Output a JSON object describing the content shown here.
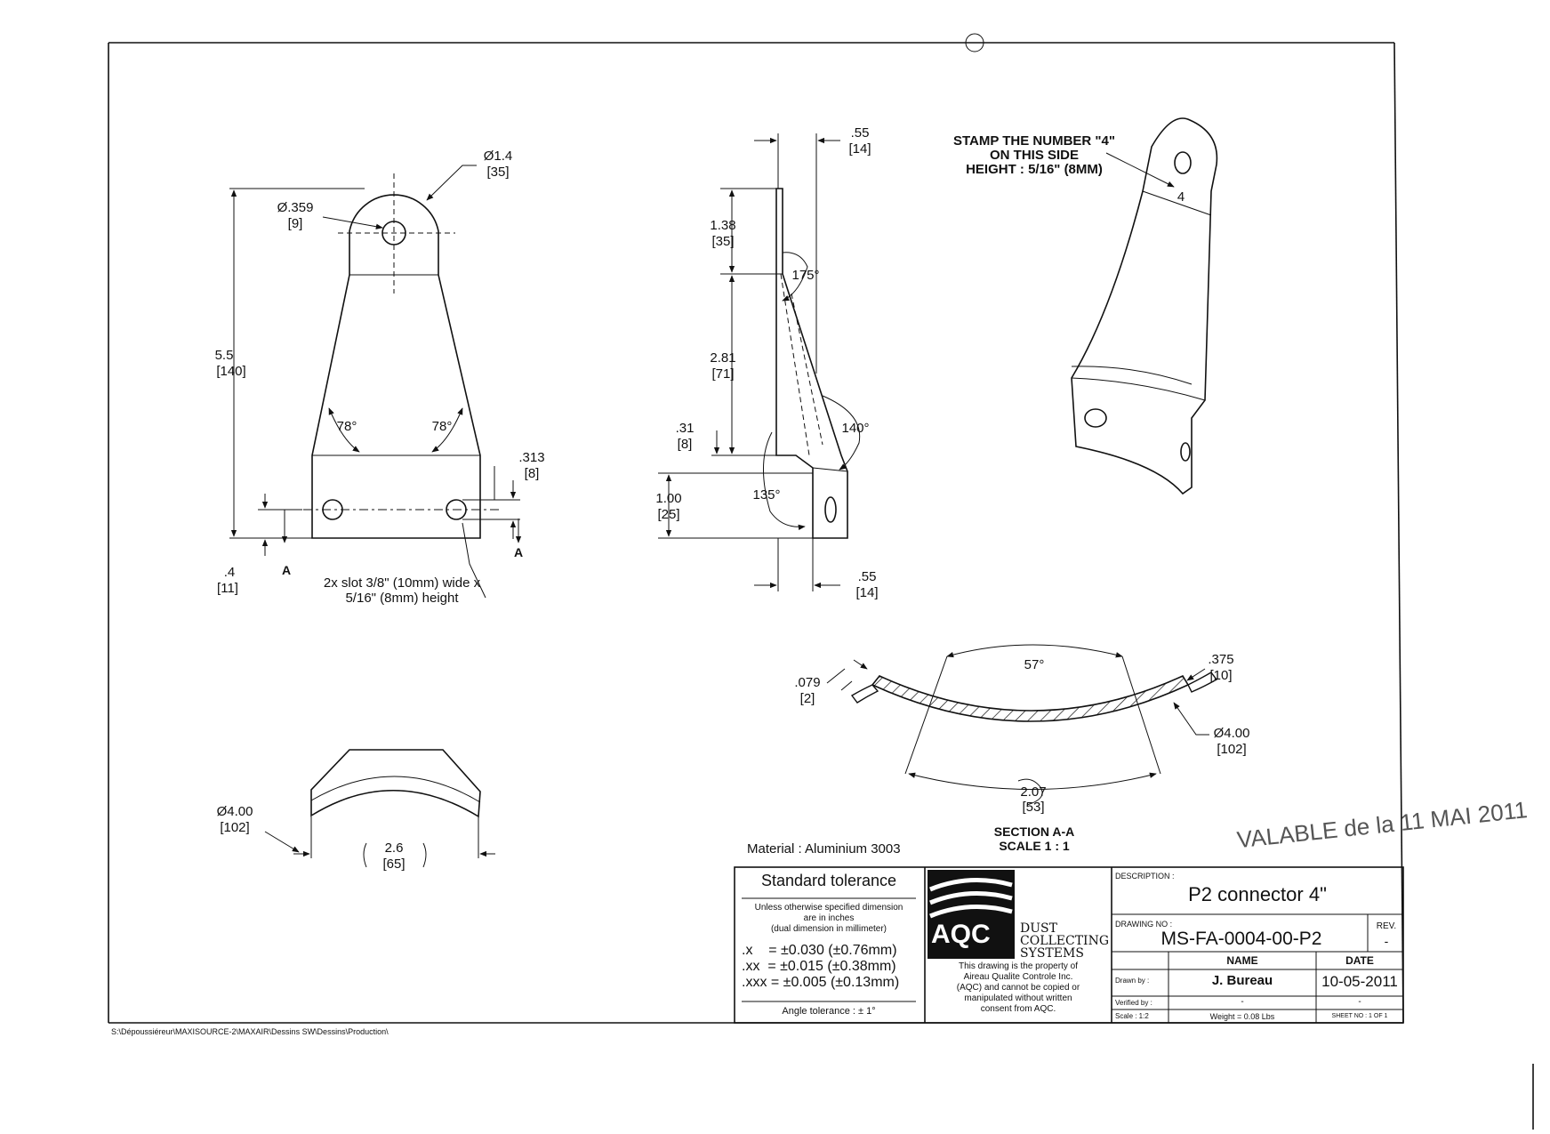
{
  "views": {
    "front": {
      "hole_dia": "Ø.359",
      "hole_dia_mm": "[9]",
      "top_dia": "Ø1.4",
      "top_dia_mm": "[35]",
      "height": "5.5",
      "height_mm": "[140]",
      "angle_left": "78°",
      "angle_right": "78°",
      "slot_offset": ".313",
      "slot_offset_mm": "[8]",
      "bottom_offset": ".4",
      "bottom_offset_mm": "[11]",
      "section_mark_left": "A",
      "section_mark_right": "A",
      "slot_note_1": "2x slot 3/8\" (10mm) wide x",
      "slot_note_2": "5/16\" (8mm) height"
    },
    "side": {
      "top_width": ".55",
      "top_width_mm": "[14]",
      "dim_1": "1.38",
      "dim_1_mm": "[35]",
      "angle_1": "175°",
      "dim_2": "2.81",
      "dim_2_mm": "[71]",
      "angle_2": "140°",
      "dim_3": ".31",
      "dim_3_mm": "[8]",
      "angle_3": "135°",
      "dim_4": "1.00",
      "dim_4_mm": "[25]",
      "bottom_width": ".55",
      "bottom_width_mm": "[14]"
    },
    "iso": {
      "stamp_note_1": "STAMP THE NUMBER \"4\"",
      "stamp_note_2": "ON THIS SIDE",
      "stamp_note_3": "HEIGHT : 5/16\" (8MM)",
      "stamp_mark": "4"
    },
    "bottom": {
      "dia": "Ø4.00",
      "dia_mm": "[102]",
      "width": "2.6",
      "width_mm": "[65]"
    },
    "section": {
      "angle": "57°",
      "thickness": ".079",
      "thickness_mm": "[2]",
      "edge": ".375",
      "edge_mm": "[10]",
      "dia": "Ø4.00",
      "dia_mm": "[102]",
      "chord": "2.07",
      "chord_mm": "[53]",
      "title": "SECTION A-A",
      "scale": "SCALE 1 : 1"
    }
  },
  "stamp_text": "VALABLE  de la  11 MAI 2011",
  "material": "Material :  Aluminium 3003",
  "file_path": "S:\\Dépoussiéreur\\MAXISOURCE-2\\MAXAIR\\Dessins SW\\Dessins\\Production\\",
  "title_block": {
    "tolerance_title": "Standard tolerance",
    "tolerance_note_1": "Unless otherwise specified dimension",
    "tolerance_note_2": "are in inches",
    "tolerance_note_3": "(dual dimension in millimeter)",
    "tol_x": ".x    = ±0.030 (±0.76mm)",
    "tol_xx": ".xx  = ±0.015 (±0.38mm)",
    "tol_xxx": ".xxx = ±0.005 (±0.13mm)",
    "angle_tolerance": "Angle tolerance :  ± 1°",
    "logo_text": "AQC",
    "company_1": "DUST",
    "company_2": "COLLECTING",
    "company_3": "SYSTEMS",
    "property_1": "This drawing is the property of",
    "property_2": "Aireau Qualite Controle Inc.",
    "property_3": "(AQC) and cannot be copied or",
    "property_4": "manipulated without written",
    "property_5": "consent from AQC.",
    "description_label": "DESCRIPTION :",
    "description": "P2 connector 4\"",
    "drawing_no_label": "DRAWING NO :",
    "drawing_no": "MS-FA-0004-00-P2",
    "rev_label": "REV.",
    "rev": "-",
    "name_header": "NAME",
    "date_header": "DATE",
    "drawn_by_label": "Drawn by :",
    "drawn_by": "J. Bureau",
    "drawn_date": "10-05-2011",
    "verified_by_label": "Verified by :",
    "verified_by": "-",
    "verified_date": "-",
    "scale_label": "Scale : 1:2",
    "weight": "Weight = 0.08 Lbs",
    "sheet": "SHEET NO : 1 OF 1"
  }
}
